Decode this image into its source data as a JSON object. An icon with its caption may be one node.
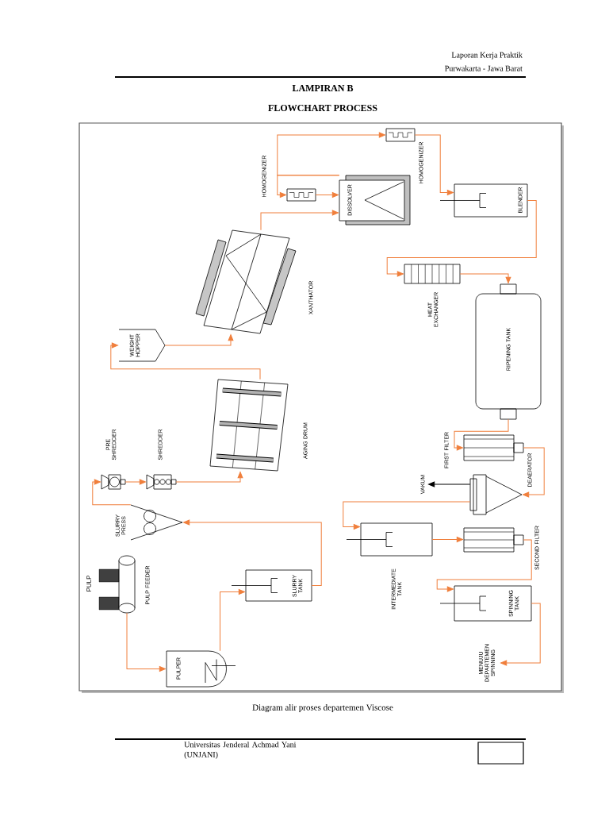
{
  "diagram": {
    "title": "FLOWCHART PROCESS",
    "caption": "Diagram alir proses departemen Viscose",
    "nodes": [
      {
        "text": [
          "PULP FEEDER"
        ]
      },
      {
        "text": [
          "PULPER"
        ]
      },
      {
        "text": [
          "SLURRY TANK"
        ]
      },
      {
        "text": [
          "SLURRY PRESS"
        ]
      },
      {
        "text": [
          "PRE SHREDDER"
        ]
      },
      {
        "text": [
          "SHREDDER"
        ]
      },
      {
        "text": [
          "AGING DRUM"
        ]
      },
      {
        "text": [
          "WEIGHT HOPPER"
        ]
      },
      {
        "text": [
          "XANTHATOR"
        ]
      },
      {
        "text": [
          "HOMOGENIZER"
        ]
      },
      {
        "text": [
          "DISSOLVER"
        ]
      },
      {
        "text": [
          "HOMOGENIZER"
        ]
      },
      {
        "text": [
          "BLENDER"
        ]
      },
      {
        "text": [
          "HEAT EXCHANGER"
        ]
      },
      {
        "text": [
          "RIPENING TANK"
        ]
      },
      {
        "text": [
          "FIRST FILTER"
        ]
      },
      {
        "text": [
          "DEAERATOR"
        ]
      },
      {
        "text": [
          "VAKUM"
        ]
      },
      {
        "text": [
          "INTERMEDIATE TANK"
        ]
      },
      {
        "text": [
          "SECOND FILTER"
        ]
      },
      {
        "text": [
          "SPINNING TANK"
        ]
      },
      {
        "text": [
          "MENUJU DEPARTEMEN SPINNING"
        ]
      },
      {
        "text": [],
        "shape": "box"
      }
    ],
    "edges": [
      {
        "from": 0,
        "to": 1,
        "arrow": "to"
      },
      {
        "from": 1,
        "to": 2,
        "arrow": "to"
      },
      {
        "from": 2,
        "to": 3,
        "arrow": "to"
      },
      {
        "from": 3,
        "to": 4,
        "arrow": "to"
      },
      {
        "from": 4,
        "to": 5,
        "arrow": "to"
      },
      {
        "from": 5,
        "to": 6,
        "arrow": "to"
      },
      {
        "from": 6,
        "to": 7,
        "arrow": "to"
      },
      {
        "from": 7,
        "to": 8,
        "arrow": "to"
      },
      {
        "from": 8,
        "to": 10,
        "arrow": "to"
      },
      {
        "from": 10,
        "to": 9,
        "arrow": "to"
      },
      {
        "from": 10,
        "to": 11,
        "arrow": "to"
      },
      {
        "from": 9,
        "to": 10,
        "arrow": "to"
      },
      {
        "from": 11,
        "to": 12,
        "arrow": "to"
      },
      {
        "from": 12,
        "to": 13,
        "arrow": "to"
      },
      {
        "from": 13,
        "to": 14,
        "arrow": "to"
      },
      {
        "from": 14,
        "to": 15,
        "arrow": "to"
      },
      {
        "from": 15,
        "to": 16,
        "arrow": "to"
      },
      {
        "from": 16,
        "to": 17,
        "arrow": "to",
        "color": "#000000"
      },
      {
        "from": 16,
        "to": 18,
        "arrow": "to"
      },
      {
        "from": 18,
        "to": 19,
        "arrow": "to"
      },
      {
        "from": 19,
        "to": 20,
        "arrow": "to"
      },
      {
        "from": 20,
        "to": 21,
        "arrow": "to"
      }
    ],
    "labels": [
      "Laporan Kerja Praktik",
      "Purwakarta - Jawa Barat",
      "LAMPIRAN B",
      "PULP",
      "Universitas Jenderal Achmad Yani (UNJANI)"
    ]
  }
}
